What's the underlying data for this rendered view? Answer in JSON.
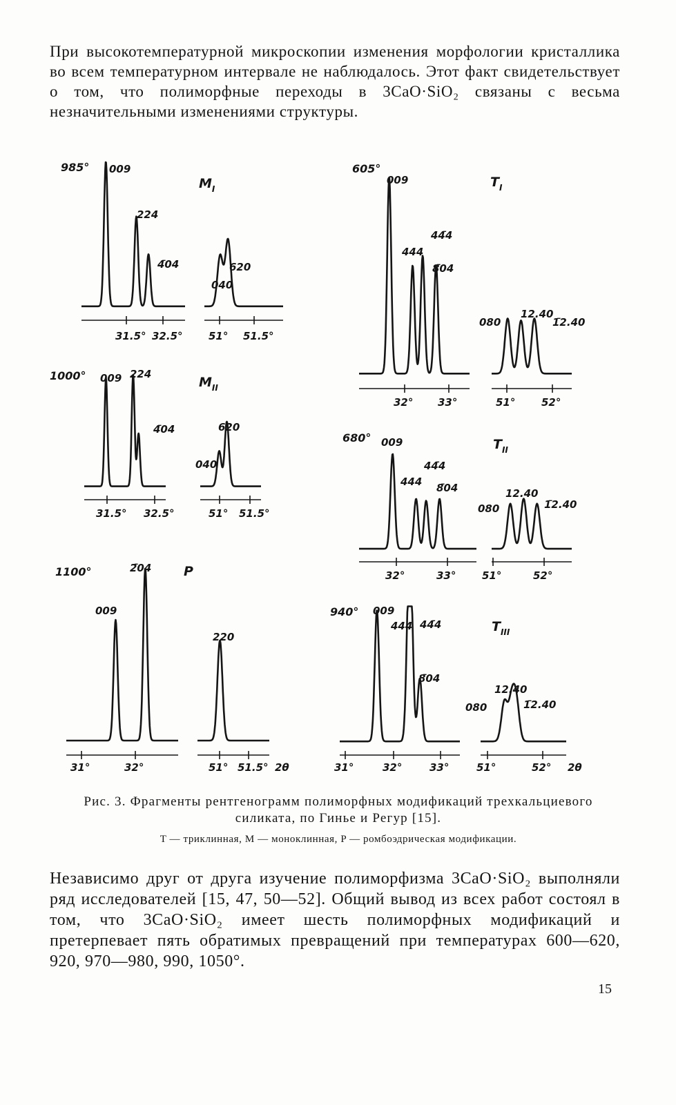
{
  "paragraph1": "При высокотемпературной микроскопии изменения морфологии кристаллика во всем температурном интервале не наблюдалось. Этот факт свидетельствует о том, что полиморфные переходы в 3CaO·SiO₂ связаны с весьма незначительными изменениями структуры.",
  "figure": {
    "panels": [
      {
        "id": "MI",
        "temperature": "985°",
        "modification": "M",
        "modification_sub": "I",
        "peaks": [
          {
            "label": "009",
            "two_theta": 31.5,
            "intensity": 1.0
          },
          {
            "label": "224",
            "two_theta": 32.0,
            "intensity": 0.62
          },
          {
            "label": "4̄04",
            "two_theta": 32.2,
            "intensity": 0.36
          },
          {
            "label": "040",
            "two_theta": 50.95,
            "intensity": 0.35
          },
          {
            "label": "620",
            "two_theta": 51.05,
            "intensity": 0.46
          }
        ],
        "ticks_left": [
          "31.5°",
          "32.5°"
        ],
        "ticks_right": [
          "51°",
          "51.5°"
        ]
      },
      {
        "id": "MII",
        "temperature": "1000°",
        "modification": "M",
        "modification_sub": "II",
        "peaks": [
          {
            "label": "009",
            "two_theta": 31.5,
            "intensity": 0.92
          },
          {
            "label": "224",
            "two_theta": 32.0,
            "intensity": 0.95
          },
          {
            "label": "4̄04",
            "two_theta": 32.1,
            "intensity": 0.45
          },
          {
            "label": "040",
            "two_theta": 51.0,
            "intensity": 0.3
          },
          {
            "label": "620",
            "two_theta": 51.1,
            "intensity": 0.55
          }
        ],
        "ticks_left": [
          "31.5°",
          "32.5°"
        ],
        "ticks_right": [
          "51°",
          "51.5°"
        ]
      },
      {
        "id": "P",
        "temperature": "1100°",
        "modification": "P",
        "modification_sub": "",
        "peaks": [
          {
            "label": "009",
            "two_theta": 31.55,
            "intensity": 0.7
          },
          {
            "label": "2̄04",
            "two_theta": 32.0,
            "intensity": 1.0
          },
          {
            "label": "220",
            "two_theta": 51.0,
            "intensity": 0.58
          }
        ],
        "ticks_left": [
          "31°",
          "32°"
        ],
        "ticks_right": [
          "51°",
          "51.5°"
        ],
        "axis_unit": "2θ"
      },
      {
        "id": "TI",
        "temperature": "605°",
        "modification": "T",
        "modification_sub": "I",
        "peaks": [
          {
            "label": "009",
            "two_theta": 31.8,
            "intensity": 1.0
          },
          {
            "label": "444",
            "two_theta": 32.15,
            "intensity": 0.55
          },
          {
            "label": "44̄4",
            "two_theta": 32.3,
            "intensity": 0.6
          },
          {
            "label": "8̄04",
            "two_theta": 32.5,
            "intensity": 0.55
          },
          {
            "label": "080",
            "two_theta": 50.95,
            "intensity": 0.28
          },
          {
            "label": "12.40",
            "two_theta": 51.2,
            "intensity": 0.27
          },
          {
            "label": "1̄2.40",
            "two_theta": 51.45,
            "intensity": 0.28
          }
        ],
        "ticks_left": [
          "32°",
          "33°"
        ],
        "ticks_right": [
          "51°",
          "52°"
        ]
      },
      {
        "id": "TII",
        "temperature": "680°",
        "modification": "T",
        "modification_sub": "II",
        "peaks": [
          {
            "label": "009",
            "two_theta": 31.85,
            "intensity": 0.95
          },
          {
            "label": "444",
            "two_theta": 32.2,
            "intensity": 0.5
          },
          {
            "label": "44̄4",
            "two_theta": 32.35,
            "intensity": 0.48
          },
          {
            "label": "8̄04",
            "two_theta": 32.55,
            "intensity": 0.5
          },
          {
            "label": "080",
            "two_theta": 51.0,
            "intensity": 0.45
          },
          {
            "label": "12.40",
            "two_theta": 51.25,
            "intensity": 0.5
          },
          {
            "label": "1̄2.40",
            "two_theta": 51.5,
            "intensity": 0.45
          }
        ],
        "ticks_left": [
          "32°",
          "33°"
        ],
        "ticks_right": [
          "51°",
          "52°"
        ]
      },
      {
        "id": "TIII",
        "temperature": "940°",
        "modification": "T",
        "modification_sub": "III",
        "peaks": [
          {
            "label": "009",
            "two_theta": 31.6,
            "intensity": 1.0
          },
          {
            "label": "444",
            "two_theta": 32.15,
            "intensity": 0.92
          },
          {
            "label": "44̄4",
            "two_theta": 32.2,
            "intensity": 0.9
          },
          {
            "label": "8̄04",
            "two_theta": 32.35,
            "intensity": 0.48
          },
          {
            "label": "080",
            "two_theta": 51.05,
            "intensity": 0.3
          },
          {
            "label": "12.40",
            "two_theta": 51.2,
            "intensity": 0.3
          },
          {
            "label": "1̄2.40",
            "two_theta": 51.3,
            "intensity": 0.3
          }
        ],
        "ticks_left": [
          "31°",
          "32°",
          "33°"
        ],
        "ticks_right": [
          "51°",
          "52°"
        ],
        "axis_unit": "2θ"
      }
    ],
    "caption": "Рис. 3. Фрагменты рентгенограмм полиморфных модификаций трехкальциевого силиката, по Гинье и Регур [15].",
    "legend": "T — триклинная, M — моноклинная, P — ромбоэдрическая модификации."
  },
  "paragraph2": "Независимо друг от друга изучение полиморфизма 3CaO·SiO₂ выполняли ряд исследователей [15, 47, 50—52]. Общий вывод из всех работ состоял в том, что 3CaO·SiO₂ имеет шесть полиморфных модификаций и претерпевает пять обратимых превращений при температурах 600—620, 920, 970—980, 990, 1050°.",
  "page_number": "15"
}
